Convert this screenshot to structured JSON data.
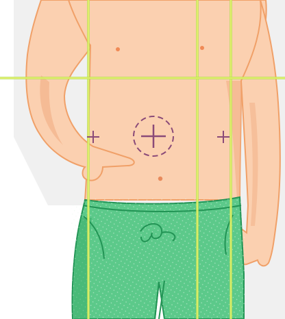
{
  "illustration": {
    "subject": "abdomen-quadrant-illustration",
    "colors": {
      "background": "#ffffff",
      "shadow": "#e4e4e4",
      "skin": "#fbd0b0",
      "skin_shade": "#f3b48c",
      "skin_outline": "#f0a068",
      "nipple": "#f08a56",
      "navel": "#e88a5c",
      "shorts": "#5cc98a",
      "shorts_shade": "#3aad6a",
      "shorts_outline": "#229455",
      "guide_lines": "#b8e05a",
      "guide_core": "#e9f36a",
      "marker": "#8a4a78"
    },
    "markers": {
      "circled_cross": "circled-cross-marker",
      "left_cross": "cross-marker",
      "right_cross": "cross-marker"
    }
  }
}
